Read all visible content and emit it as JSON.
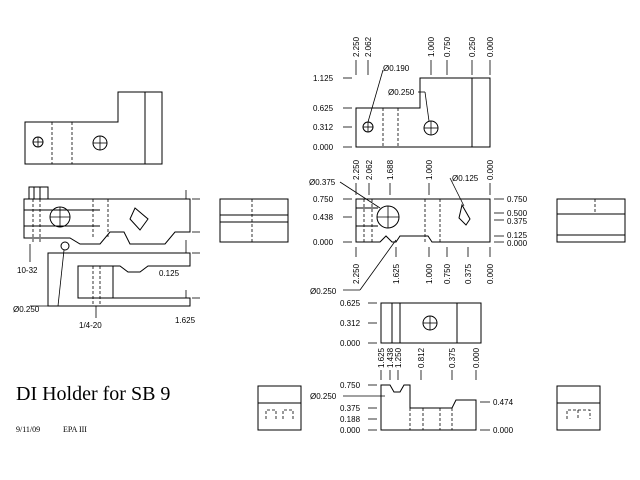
{
  "title": "DI Holder for SB 9",
  "date": "9/11/09",
  "author": "EPA III",
  "top_view": {
    "x_dims": [
      "2.250",
      "2.062",
      "1.000",
      "0.750",
      "0.250",
      "0.000"
    ],
    "y_dims": [
      "1.125",
      "0.625",
      "0.312",
      "0.000"
    ],
    "hole_small": "Ø0.190",
    "hole_large": "Ø0.250"
  },
  "mid_view": {
    "x_dims_top": [
      "2.250",
      "2.062",
      "1.688",
      "1.000",
      "0.000"
    ],
    "x_dims_bottom": [
      "2.250",
      "1.625",
      "1.000",
      "0.750",
      "0.375",
      "0.000"
    ],
    "y_dims_left": [
      "Ø0.375",
      "0.750",
      "0.438",
      "0.000"
    ],
    "y_dims_right": [
      "0.750",
      "0.500",
      "0.375",
      "0.125",
      "0.000"
    ],
    "slot_dia": "Ø0.125",
    "bottom_hole": "Ø0.250"
  },
  "side_view": {
    "y_dims": [
      "0.625",
      "0.312",
      "0.000"
    ]
  },
  "bottom_view": {
    "x_dims": [
      "1.625",
      "1.438",
      "1.250",
      "0.812",
      "0.375",
      "0.000"
    ],
    "y_dims": [
      "0.750",
      "0.375",
      "0.188",
      "0.000"
    ],
    "hole": "Ø0.250",
    "right_dims": [
      "0.474",
      "0.000"
    ]
  },
  "assembly": {
    "thread_label": "10-32",
    "hole_label": "Ø0.250",
    "screw_label": "1/4-20",
    "gap_label": "0.125",
    "width_label": "1.625"
  }
}
